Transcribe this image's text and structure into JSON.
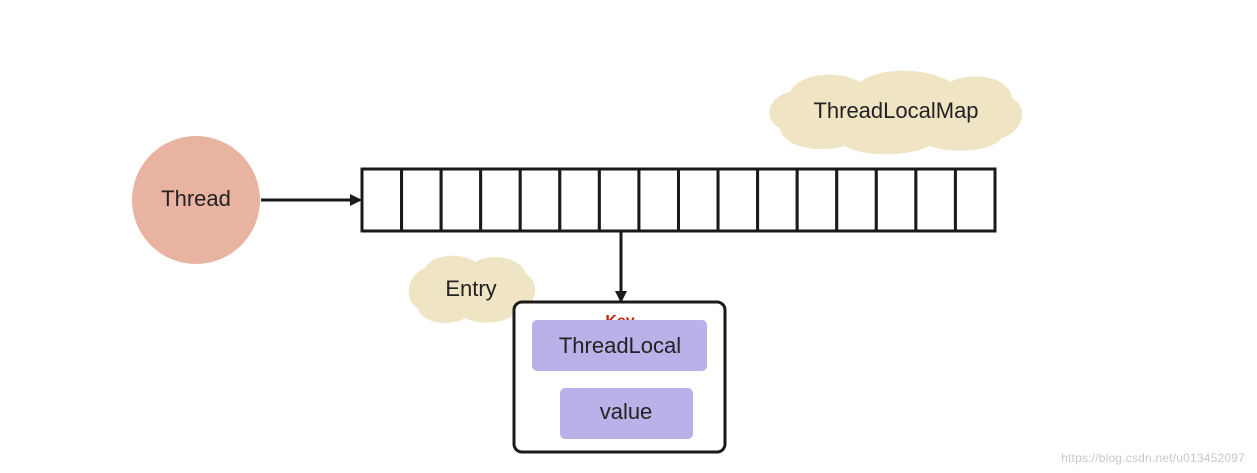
{
  "diagram": {
    "thread_label": "Thread",
    "map_label": "ThreadLocalMap",
    "entry_label": "Entry",
    "key_label": "Key",
    "threadlocal_label": "ThreadLocal",
    "value_label": "value",
    "array_slot_count": 16
  },
  "watermark": "https://blog.csdn.net/u013452097",
  "colors": {
    "thread_circle": "#e9b3a2",
    "cloud": "#efe4c4",
    "purple_box": "#b9b1e8",
    "key_text": "#c81e0a",
    "stroke": "#1a1a1a"
  }
}
